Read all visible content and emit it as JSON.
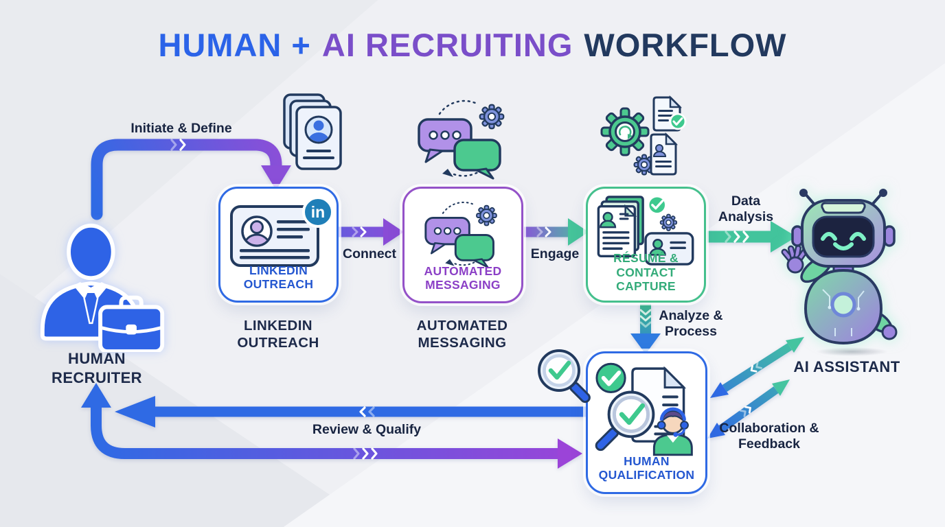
{
  "title": {
    "human": "HUMAN +",
    "ai": "AI RECRUITING",
    "workflow": "WORKFLOW"
  },
  "actors": {
    "human_recruiter": {
      "label": "HUMAN RECRUITER"
    },
    "ai_assistant": {
      "label": "AI ASSISTANT"
    }
  },
  "steps": {
    "linkedin_outreach": {
      "box_label": "LINKEDIN OUTREACH",
      "caption": "LINKEDIN OUTREACH"
    },
    "automated_messaging": {
      "box_label": "AUTOMATED MESSAGING",
      "caption": "AUTOMATED MESSAGING"
    },
    "resume_contact_capture": {
      "box_label": "RÉSUMÉ & CONTACT CAPTURE"
    },
    "human_qualification": {
      "box_label": "HUMAN QUALIFICATION"
    }
  },
  "flows": {
    "initiate_define": {
      "label": "Initiate & Define"
    },
    "connect": {
      "label": "Connect"
    },
    "engage": {
      "label": "Engage"
    },
    "data_analysis": {
      "label": "Data Analysis"
    },
    "analyze_process": {
      "label": "Analyze & Process"
    },
    "review_qualify": {
      "label": "Review & Qualify"
    },
    "collaboration_feedback": {
      "label": "Collaboration & Feedback"
    }
  },
  "icons": {
    "linkedin_badge": "in",
    "contact_cards": "stacked-profile-cards",
    "chat_automation": "chat-bubbles-with-gear",
    "processing_gears": "gears-with-documents",
    "linkedin_card": "profile-card-with-linkedin-badge",
    "resume_capture": "resume-documents-with-check",
    "qualification_review": "document-magnifier-agent-headset",
    "magnifier_check": "magnifying-glass-with-checkmark",
    "human_recruiter": "person-with-briefcase-silhouette",
    "ai_robot": "waving-robot-assistant"
  },
  "colors": {
    "title_blue": "#2b63e8",
    "title_purple": "#7a4ec9",
    "title_navy": "#22395e",
    "blue": "#2f6ae4",
    "purple": "#8a4cd6",
    "green": "#3ec98e",
    "teal": "#45c4a0",
    "text_navy": "#1d2a4a",
    "linkedin_blue": "#1f7fb8"
  }
}
